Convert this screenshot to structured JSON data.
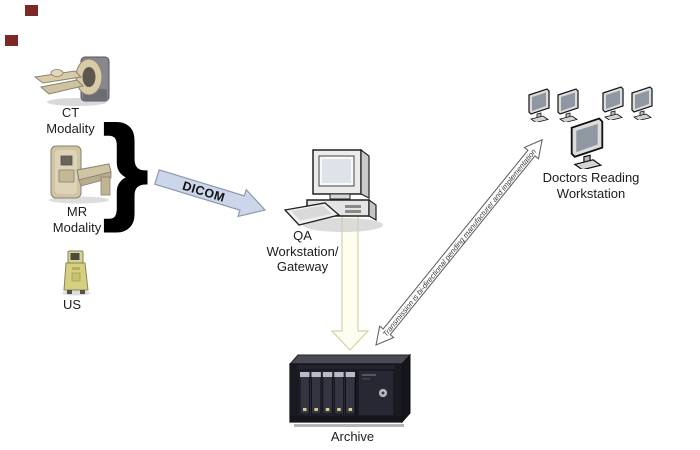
{
  "modalities": {
    "ct": {
      "line1": "CT",
      "line2": "Modality"
    },
    "mr": {
      "line1": "MR",
      "line2": "Modality"
    },
    "us": {
      "line1": "US"
    }
  },
  "brace": "}",
  "dicom_arrow": {
    "label": "DICOM"
  },
  "qa_workstation": {
    "line1": "QA",
    "line2": "Workstation/",
    "line3": "Gateway"
  },
  "doctors_workstation": {
    "line1": "Doctors Reading",
    "line2": "Workstation"
  },
  "archive": {
    "label": "Archive"
  },
  "transmission_note": "Transmission is bi-directional pending manufacturer and implementation",
  "colors": {
    "marker": "#7e2727",
    "dicom_arrow_fill": "#ccd6ea",
    "down_arrow_fill": "#fffdf0",
    "bidirectional_arrow_fill": "#ffffff",
    "label_text": "#1c1c1c"
  },
  "icons": {
    "ct-scanner-icon": "ct-gantry-with-table",
    "mr-scanner-icon": "mr-machine-with-table",
    "us-machine-icon": "ultrasound-cart",
    "qa-computer-icon": "desktop-computer-with-keyboard",
    "monitor-icon": "flat-panel-display",
    "archive-server-icon": "server-chassis-with-drive-bays",
    "dicom-arrow-icon": "solid-right-arrow",
    "down-arrow-icon": "hollow-down-arrow",
    "bidirectional-arrow-icon": "hollow-double-arrow",
    "curly-brace": "grouping-brace"
  }
}
